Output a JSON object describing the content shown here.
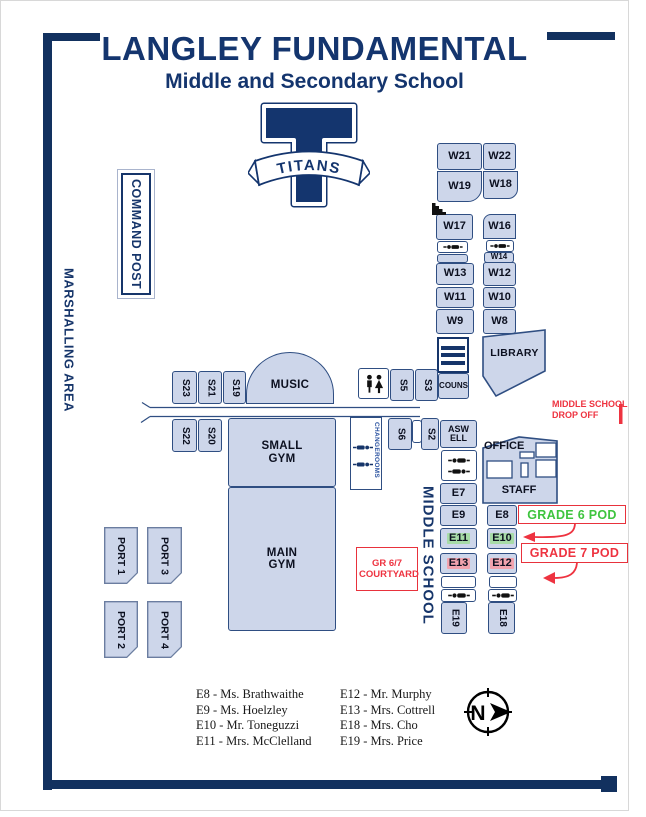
{
  "header": {
    "title": "LANGLEY FUNDAMENTAL",
    "subtitle": "Middle and Secondary School"
  },
  "logo": {
    "banner": "TITANS"
  },
  "areas": {
    "marshalling": "MARSHALLING AREA",
    "command_post": "COMMAND POST",
    "middle_school": "MIDDLE SCHOOL",
    "changerooms": "CHANGEROOMS"
  },
  "rooms": {
    "w21": "W21",
    "w22": "W22",
    "w19": "W19",
    "w18": "W18",
    "w17": "W17",
    "w16": "W16",
    "w14": "W14",
    "w13": "W13",
    "w12": "W12",
    "w11": "W11",
    "w10": "W10",
    "w9": "W9",
    "w8": "W8",
    "library": "LIBRARY",
    "couns": "COUNS",
    "office": "OFFICE",
    "staff": "STAFF",
    "asw_ell": "ASW ELL",
    "music": "MUSIC",
    "small_gym": "SMALL GYM",
    "main_gym": "MAIN GYM",
    "s23": "S23",
    "s21": "S21",
    "s19": "S19",
    "s22": "S22",
    "s20": "S20",
    "s5": "S5",
    "s3": "S3",
    "s6": "S6",
    "s2": "S2",
    "e7": "E7",
    "e9": "E9",
    "e11": "E11",
    "e13": "E13",
    "e19": "E19",
    "e8": "E8",
    "e10": "E10",
    "e12": "E12",
    "e18": "E18",
    "port1": "PORT 1",
    "port2": "PORT 2",
    "port3": "PORT 3",
    "port4": "PORT 4"
  },
  "annotations": {
    "drop_off": "MIDDLE SCHOOL DROP OFF",
    "grade6_pod": "GRADE 6 POD",
    "grade7_pod": "GRADE 7 POD",
    "courtyard": "GR 6/7 COURTYARD",
    "north": "N"
  },
  "legend": {
    "col1": [
      "E8 - Ms. Brathwaithe",
      "E9 - Ms. Hoelzley",
      "E10 - Mr. Toneguzzi",
      "E11 - Mrs. McClelland"
    ],
    "col2": [
      "E12 - Mr. Murphy",
      "E13 - Mrs. Cottrell",
      "E18 - Mrs. Cho",
      "E19 - Mrs. Price"
    ]
  },
  "colors": {
    "navy": "#14356e",
    "frame": "#12315f",
    "room_fill": "#cdd6ea",
    "room_border": "#2f4e82",
    "red": "#ee3340",
    "green": "#3ec43e",
    "green_highlight": "#a7dba7",
    "pink_highlight": "#f2a3ae"
  }
}
